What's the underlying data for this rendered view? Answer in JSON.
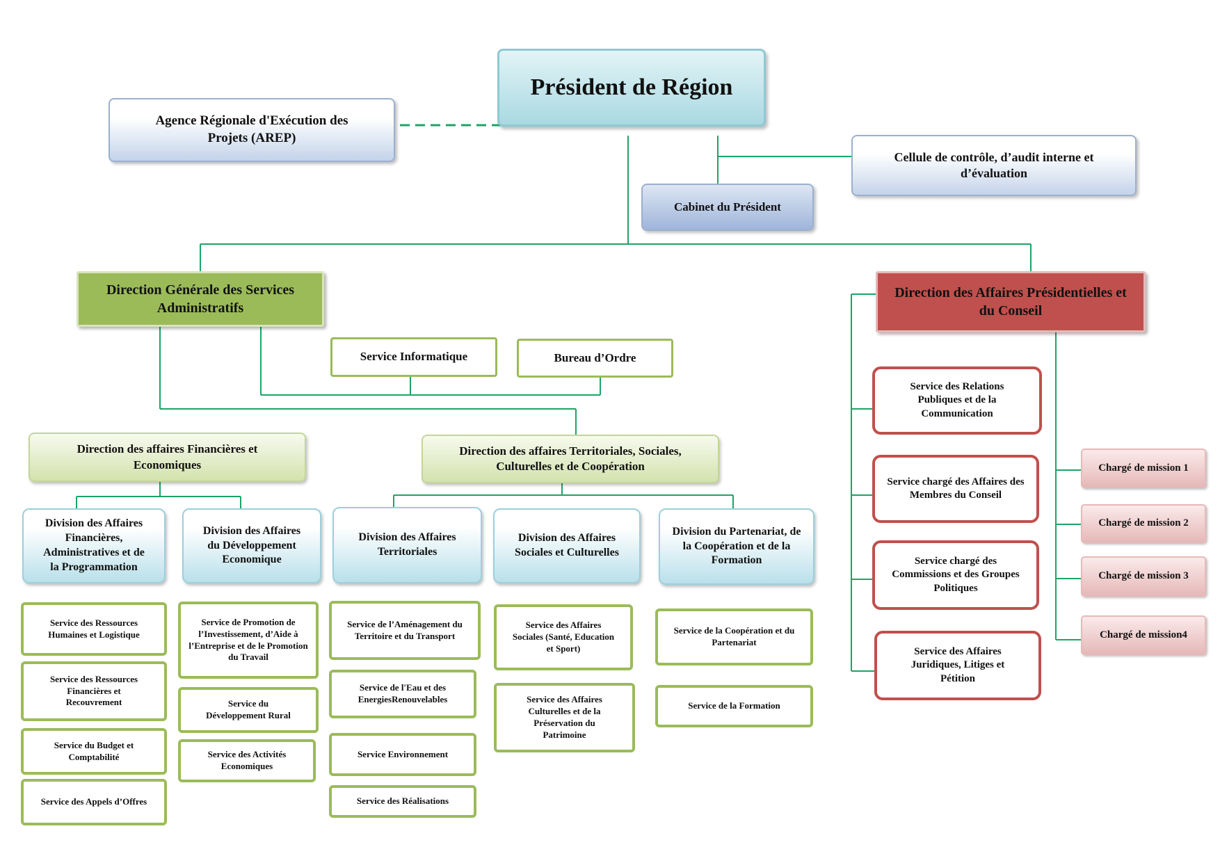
{
  "president": "Président de Région",
  "arep": "Agence Régionale d'Exécution des Projets (AREP)",
  "cellule": "Cellule de contrôle, d’audit interne et d’évaluation",
  "cabinet": "Cabinet du Président",
  "dgsa": "Direction Générale des Services Administratifs",
  "dapc": "Direction des Affaires Présidentielles et du Conseil",
  "service_informatique": "Service Informatique",
  "bureau_ordre": "Bureau d’Ordre",
  "dafe": "Direction des affaires Financières et Economiques",
  "datsc": "Direction des affaires Territoriales, Sociales, Culturelles et de Coopération",
  "divisions": [
    "Division  des Affaires Financières, Administratives et de la Programmation",
    "Division des Affaires du Développement Economique",
    "Division des Affaires Territoriales",
    "Division des Affaires Sociales et Culturelles",
    "Division du Partenariat, de la Coopération et de la Formation"
  ],
  "services": {
    "col1": [
      "Service  des Ressources Humaines et Logistique",
      "Service des Ressources Financières et Recouvrement",
      "Service du Budget et Comptabilité",
      "Service des Appels d’Offres"
    ],
    "col2": [
      "Service de Promotion de l’Investissement, d’Aide à l’Entreprise et de le Promotion du Travail",
      "Service du Développement Rural",
      "Service des Activités Economiques"
    ],
    "col3": [
      "Service de l’Aménagement du Territoire et du Transport",
      "Service de l'Eau et des EnergiesRenouvelables",
      "Service Environnement",
      "Service des Réalisations"
    ],
    "col4": [
      "Service des Affaires Sociales (Santé, Education et Sport)",
      "Service des Affaires Culturelles et de la Préservation du Patrimoine"
    ],
    "col5": [
      "Service de la Coopération et du Partenariat",
      "Service de la Formation"
    ]
  },
  "dapc_services": [
    "Service des Relations Publiques et de la Communication",
    "Service chargé des Affaires des Membres du Conseil",
    "Service chargé des Commissions et des Groupes Politiques",
    "Service des Affaires Juridiques, Litiges et Pétition"
  ],
  "missions": [
    "Chargé de mission 1",
    "Chargé de mission 2",
    "Chargé de mission 3",
    "Chargé de mission4"
  ],
  "colors": {
    "connector": "#1aa566",
    "dashed": "#1aa566",
    "green_box": "#9bbb59",
    "red_box": "#c0504d"
  }
}
